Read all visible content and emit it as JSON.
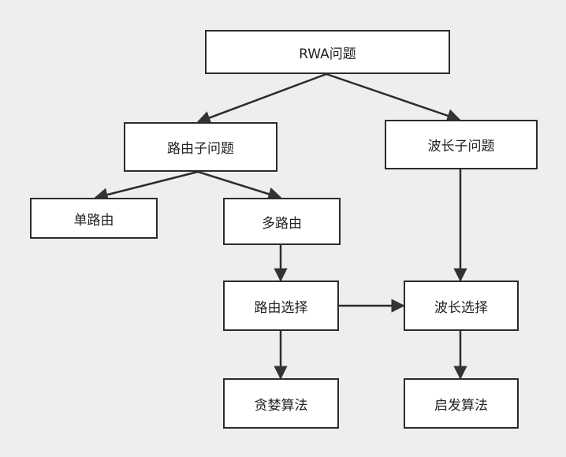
{
  "diagram": {
    "nodes": {
      "root": "RWA问题",
      "routing_subproblem": "路由子问题",
      "wavelength_subproblem": "波长子问题",
      "single_route": "单路由",
      "multi_route": "多路由",
      "route_selection": "路由选择",
      "wavelength_selection": "波长选择",
      "greedy_algorithm": "贪婪算法",
      "heuristic_algorithm": "启发算法"
    },
    "edges": [
      {
        "from": "root",
        "to": "routing_subproblem"
      },
      {
        "from": "root",
        "to": "wavelength_subproblem"
      },
      {
        "from": "routing_subproblem",
        "to": "single_route"
      },
      {
        "from": "routing_subproblem",
        "to": "multi_route"
      },
      {
        "from": "multi_route",
        "to": "route_selection"
      },
      {
        "from": "route_selection",
        "to": "wavelength_selection"
      },
      {
        "from": "wavelength_subproblem",
        "to": "wavelength_selection"
      },
      {
        "from": "route_selection",
        "to": "greedy_algorithm"
      },
      {
        "from": "wavelength_selection",
        "to": "heuristic_algorithm"
      }
    ]
  },
  "colors": {
    "background": "#eeeeee",
    "node_fill": "#ffffff",
    "stroke": "#2b2b2b"
  }
}
